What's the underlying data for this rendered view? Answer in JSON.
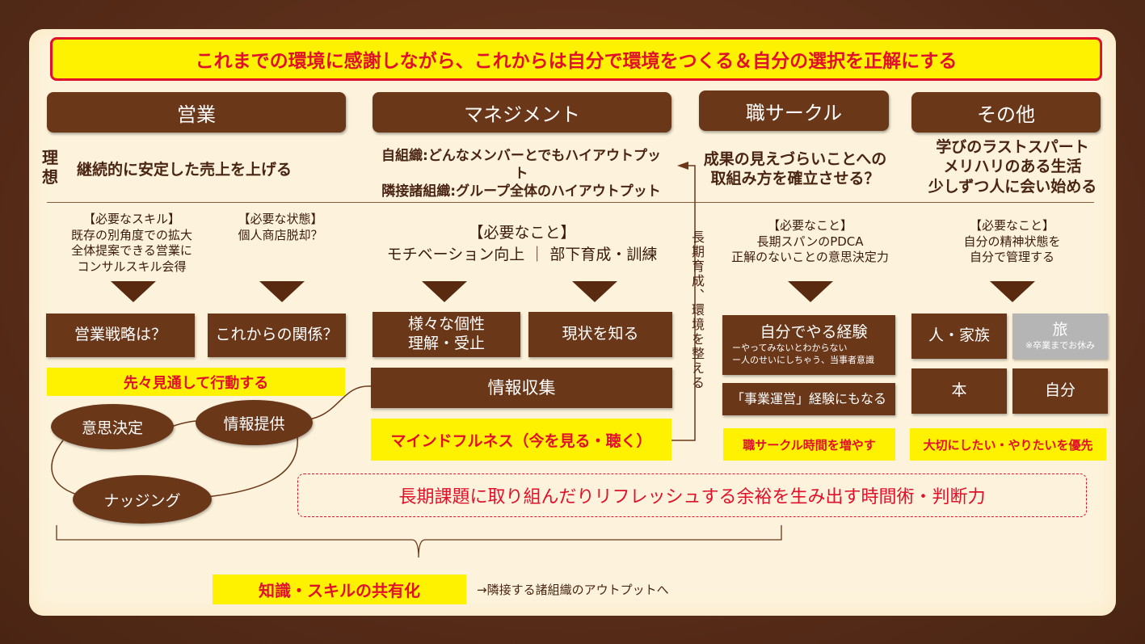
{
  "banner": "これまでの環境に感謝しながら、これからは自分で環境をつくる＆自分の選択を正解にする",
  "headers": [
    "営業",
    "マネジメント",
    "職サークル",
    "その他"
  ],
  "ideal_label": "理想",
  "ideals": {
    "sales": "継続的に安定した売上を上げる",
    "mgmt_1": "自組織:どんなメンバーとでもハイアウトプット",
    "mgmt_2": "隣接諸組織:グループ全体のハイアウトプット",
    "circle_1": "成果の見えづらいことへの",
    "circle_2": "取組み方を確立させる？",
    "other_1": "学びのラストスパート",
    "other_2": "メリハリのある生活",
    "other_3": "少しずつ人に会い始める"
  },
  "sales": {
    "skill_lines": [
      "【必要なスキル】",
      "既存の別角度での拡大",
      "全体提案できる営業に",
      "コンサルスキル会得"
    ],
    "state_lines": [
      "【必要な状態】",
      "個人商店脱却？"
    ],
    "box_strategy": "営業戦略は？",
    "box_relation": "これからの関係？",
    "yellow": "先々見通して行動する",
    "ellipse_decision": "意思決定",
    "ellipse_info": "情報提供",
    "ellipse_nudge": "ナッジング"
  },
  "mgmt": {
    "need_title": "【必要なこと】",
    "need_body": "モチベーション向上 ｜ 部下育成・訓練",
    "box_diversity_1": "様々な個性",
    "box_diversity_2": "理解・受止",
    "box_status": "現状を知る",
    "box_info": "情報収集",
    "yellow": "マインドフルネス（今を見る・聴く）",
    "vertical": "長期育成、環境を整える"
  },
  "circle": {
    "need_lines": [
      "【必要なこと】",
      "長期スパンのPDCA",
      "正解のないことの意思決定力"
    ],
    "box_self_title": "自分でやる経験",
    "box_self_sub1": "ーやってみないとわからない",
    "box_self_sub2": "ー人のせいにしちゃう、当事者意識",
    "box_business": "「事業運営」経験にもなる",
    "yellow": "職サークル時間を増やす"
  },
  "other": {
    "need_lines": [
      "【必要なこと】",
      "自分の精神状態を",
      "自分で管理する"
    ],
    "box_family": "人・家族",
    "box_travel": "旅",
    "box_travel_note": "※卒業までお休み",
    "box_book": "本",
    "box_self": "自分",
    "yellow": "大切にしたい・やりたいを優先"
  },
  "dashed_box": "長期課題に取り組んだりリフレッシュする余裕を生み出す時間術・判断力",
  "bottom": {
    "yellow": "知識・スキルの共有化",
    "note": "→隣接する諸組織のアウトプットへ"
  },
  "colors": {
    "brown": "#6b3719",
    "yellow": "#fff200",
    "red": "#e0102a",
    "panel": "#fdf3dc",
    "gray": "#b5b5b5"
  }
}
